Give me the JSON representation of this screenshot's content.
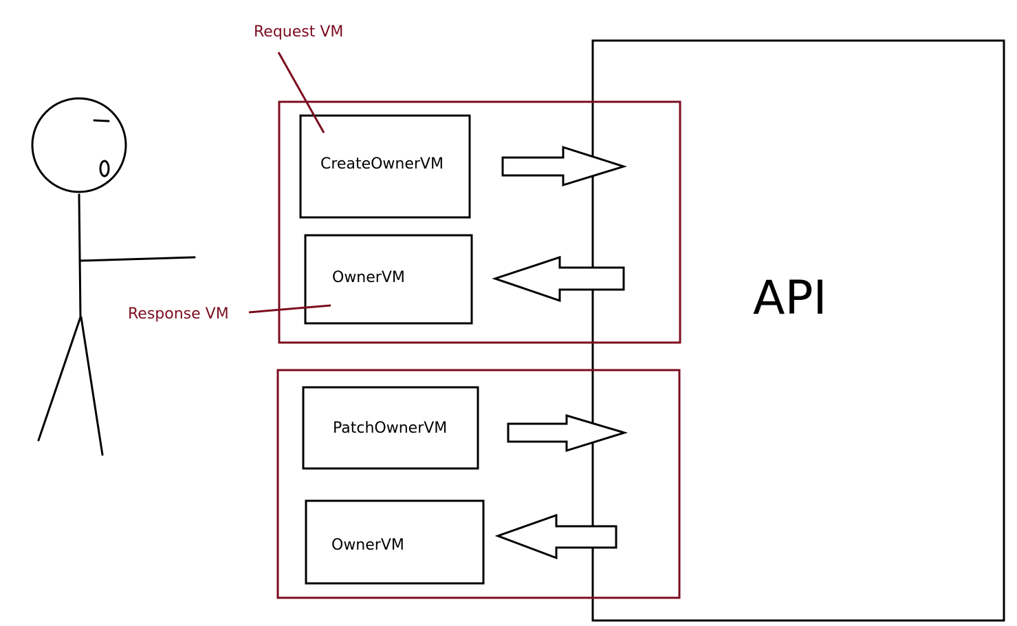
{
  "colors": {
    "ink": "#000000",
    "accent": "#7b0c1f",
    "background": "#ffffff"
  },
  "api": {
    "label": "API"
  },
  "annotations": {
    "request": "Request VM",
    "response": "Response VM"
  },
  "groups": [
    {
      "request_box": "CreateOwnerVM",
      "response_box": "OwnerVM"
    },
    {
      "request_box": "PatchOwnerVM",
      "response_box": "OwnerVM"
    }
  ],
  "figure": {
    "name": "stick-figure-user"
  }
}
